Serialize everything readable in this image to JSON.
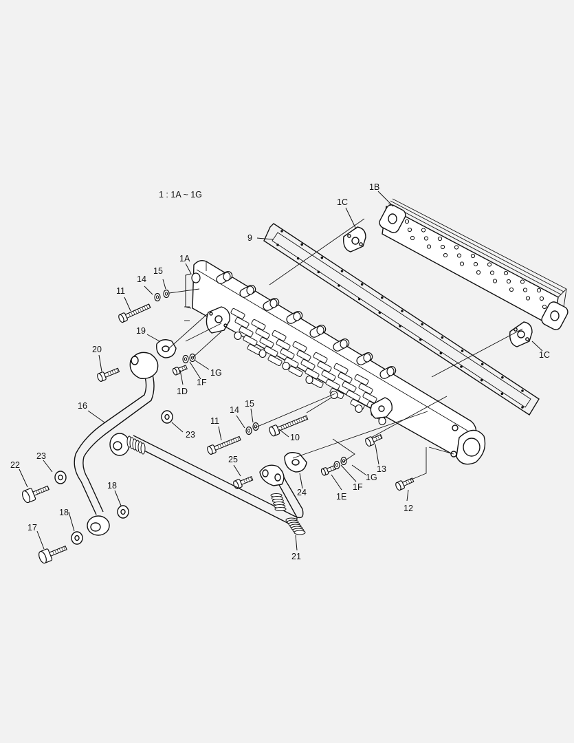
{
  "note": "1 : 1A ~ 1G",
  "callouts": [
    {
      "id": "1B",
      "text": "1B"
    },
    {
      "id": "1C_top",
      "text": "1C"
    },
    {
      "id": "9",
      "text": "9"
    },
    {
      "id": "1A",
      "text": "1A"
    },
    {
      "id": "15_top",
      "text": "15"
    },
    {
      "id": "14_top",
      "text": "14"
    },
    {
      "id": "11_top",
      "text": "11"
    },
    {
      "id": "19",
      "text": "19"
    },
    {
      "id": "1C_bottom",
      "text": "1C"
    },
    {
      "id": "20",
      "text": "20"
    },
    {
      "id": "1G_top",
      "text": "1G"
    },
    {
      "id": "1D",
      "text": "1D"
    },
    {
      "id": "1F_top",
      "text": "1F"
    },
    {
      "id": "16",
      "text": "16"
    },
    {
      "id": "15_mid",
      "text": "15"
    },
    {
      "id": "14_mid",
      "text": "14"
    },
    {
      "id": "23_right",
      "text": "23"
    },
    {
      "id": "11_mid",
      "text": "11"
    },
    {
      "id": "10",
      "text": "10"
    },
    {
      "id": "13",
      "text": "13"
    },
    {
      "id": "23_left",
      "text": "23"
    },
    {
      "id": "25",
      "text": "25"
    },
    {
      "id": "22",
      "text": "22"
    },
    {
      "id": "1G_bottom",
      "text": "1G"
    },
    {
      "id": "1F_bottom",
      "text": "1F"
    },
    {
      "id": "24",
      "text": "24"
    },
    {
      "id": "18_right",
      "text": "18"
    },
    {
      "id": "1E",
      "text": "1E"
    },
    {
      "id": "12",
      "text": "12"
    },
    {
      "id": "18_left",
      "text": "18"
    },
    {
      "id": "17",
      "text": "17"
    },
    {
      "id": "21",
      "text": "21"
    }
  ]
}
